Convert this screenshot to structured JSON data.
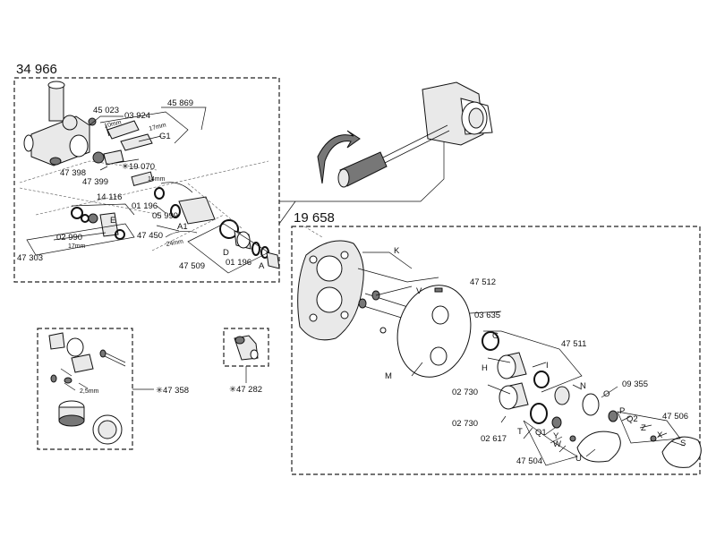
{
  "sections": {
    "left_title": "34 966",
    "right_title": "19 658"
  },
  "labels": {
    "p45023": "45 023",
    "p03924": "03 924",
    "p45869": "45 869",
    "g1": "G1",
    "p19070": "✳19 070",
    "p47398": "47 398",
    "p47399": "47 399",
    "p14116": "14 116",
    "p01196a": "01 196",
    "p05999": "05 999",
    "e": "E",
    "p02990": "02 990",
    "p47450": "47 450",
    "a1": "A1",
    "p47303": "47 303",
    "d": "D",
    "p01196b": "01 196",
    "a": "A",
    "p47509": "47 509",
    "k": "K",
    "p47512": "47 512",
    "v": "V",
    "p03635": "03 635",
    "g": "G",
    "p47511": "47 511",
    "h": "H",
    "i": "I",
    "m": "M",
    "n": "N",
    "o": "O",
    "p09355": "09 355",
    "p02730a": "02 730",
    "p02730b": "02 730",
    "p": "P",
    "q2": "Q2",
    "z": "Z",
    "p47506": "47 506",
    "t": "T",
    "q1": "Q1",
    "y": "Y",
    "x": "X",
    "s": "S",
    "p02617": "02 617",
    "w": "W",
    "p47504": "47 504",
    "u": "U",
    "p47358": "✳47 358",
    "p47282": "✳47 282"
  },
  "dims": {
    "d10mm": "10mm",
    "d17mm_a": "17mm",
    "d14mm": "14mm",
    "d17mm_b": "17mm",
    "d24mm": "24mm",
    "d25mm": "2,5mm"
  }
}
